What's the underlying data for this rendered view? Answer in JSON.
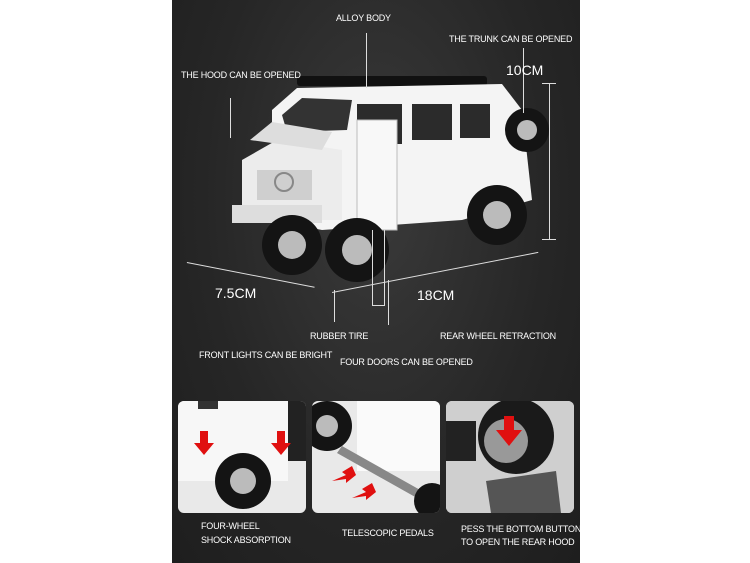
{
  "labels": {
    "alloy_body": "ALLOY BODY",
    "trunk": "THE TRUNK CAN BE OPENED",
    "hood": "THE HOOD CAN BE OPENED",
    "rubber_tire": "RUBBER TIRE",
    "rear_wheel": "REAR WHEEL RETRACTION",
    "front_lights": "FRONT LIGHTS CAN BE BRIGHT",
    "four_doors": "FOUR DOORS CAN BE OPENED"
  },
  "dimensions": {
    "height": "10CM",
    "width": "7.5CM",
    "length": "18CM"
  },
  "features": [
    {
      "line1": "FOUR-WHEEL",
      "line2": "SHOCK ABSORPTION"
    },
    {
      "line1": "TELESCOPIC PEDALS",
      "line2": ""
    },
    {
      "line1": "PESS THE BOTTOM BUTTON",
      "line2": "TO OPEN THE REAR HOOD"
    }
  ],
  "colors": {
    "panel": "#262626",
    "arrow": "#e01010",
    "car": "#f4f4f4"
  }
}
